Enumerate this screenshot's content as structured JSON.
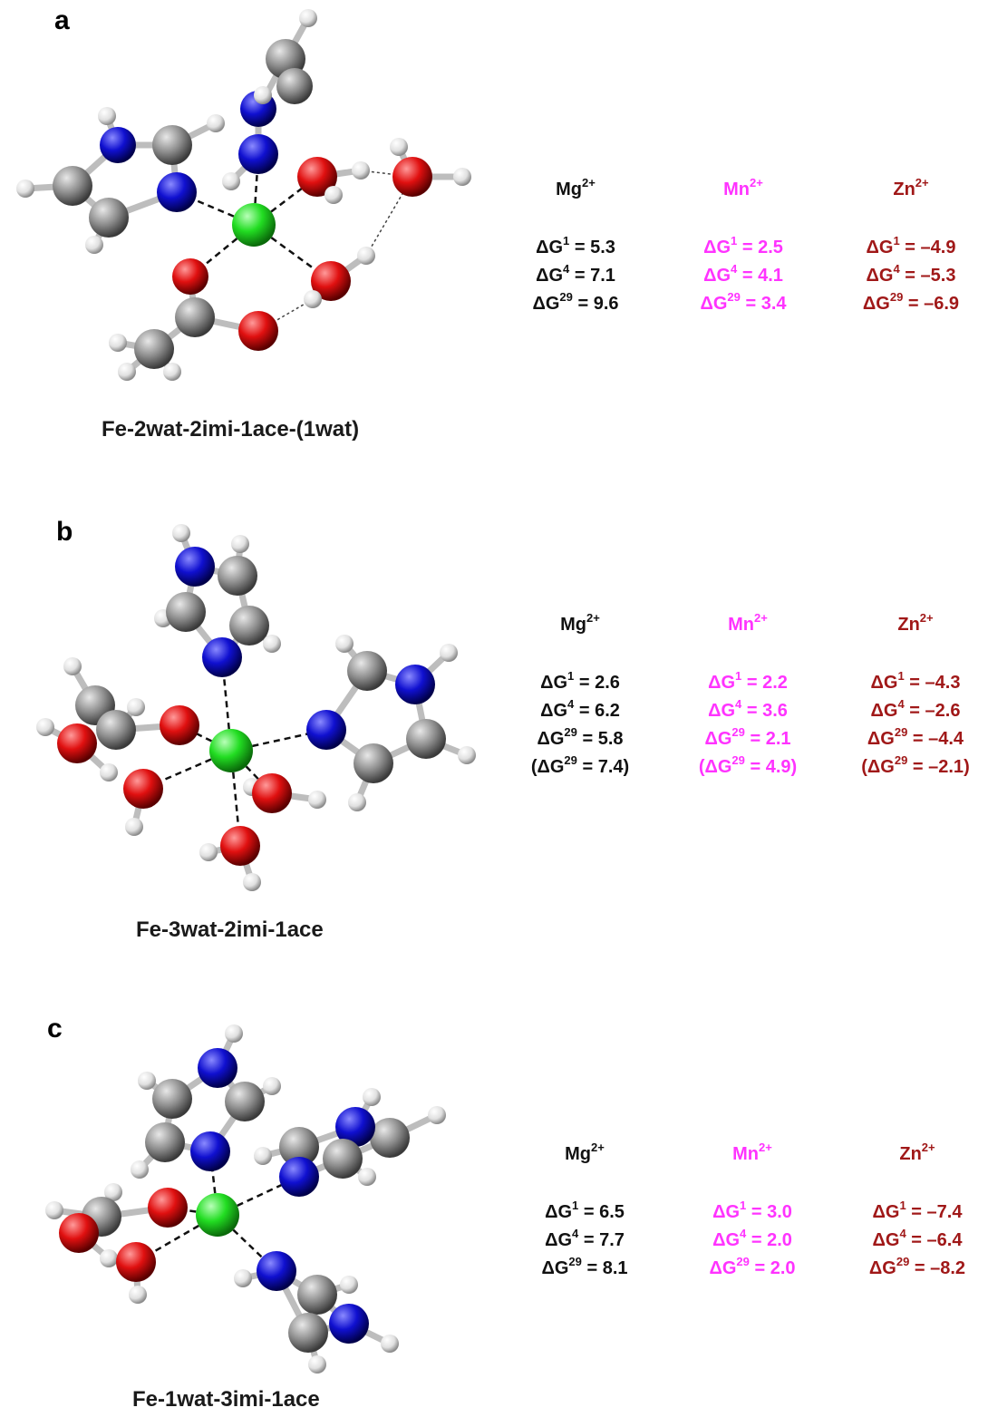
{
  "ion_headers": [
    "Mg",
    "Mn",
    "Zn"
  ],
  "ion_charge": "2+",
  "symbol": "ΔG",
  "colors": {
    "Mg": "#111111",
    "Mn": "#ff33ff",
    "Zn": "#a01818",
    "carbon": "#8c8c8c",
    "nitrogen": "#1010d0",
    "oxygen": "#e01010",
    "hydrogen": "#e6e6e6",
    "metal": "#22dd22"
  },
  "panels": [
    {
      "label": "a",
      "caption": "Fe-2wat-2imi-1ace-(1wat)",
      "rows": [
        {
          "sup": "1",
          "Mg": "= 5.3",
          "Mn": "= 2.5",
          "Zn": "= –4.9"
        },
        {
          "sup": "4",
          "Mg": "= 7.1",
          "Mn": "= 4.1",
          "Zn": "= –5.3"
        },
        {
          "sup": "29",
          "Mg": "= 9.6",
          "Mn": "= 3.4",
          "Zn": "= –6.9"
        }
      ]
    },
    {
      "label": "b",
      "caption": "Fe-3wat-2imi-1ace",
      "rows": [
        {
          "sup": "1",
          "Mg": "= 2.6",
          "Mn": "= 2.2",
          "Zn": "= –4.3"
        },
        {
          "sup": "4",
          "Mg": "= 6.2",
          "Mn": "= 3.6",
          "Zn": "= –2.6"
        },
        {
          "sup": "29",
          "Mg": "= 5.8",
          "Mn": "= 2.1",
          "Zn": "= –4.4"
        },
        {
          "sup": "29",
          "Mg": "= 7.4",
          "Mn": "= 4.9",
          "Zn": "= –2.1",
          "paren": true
        }
      ]
    },
    {
      "label": "c",
      "caption": "Fe-1wat-3imi-1ace",
      "rows": [
        {
          "sup": "1",
          "Mg": "= 6.5",
          "Mn": "= 3.0",
          "Zn": "= –7.4"
        },
        {
          "sup": "4",
          "Mg": "= 7.7",
          "Mn": "= 2.0",
          "Zn": "= –6.4"
        },
        {
          "sup": "29",
          "Mg": "= 8.1",
          "Mn": "= 2.0",
          "Zn": "= –8.2"
        }
      ]
    }
  ]
}
